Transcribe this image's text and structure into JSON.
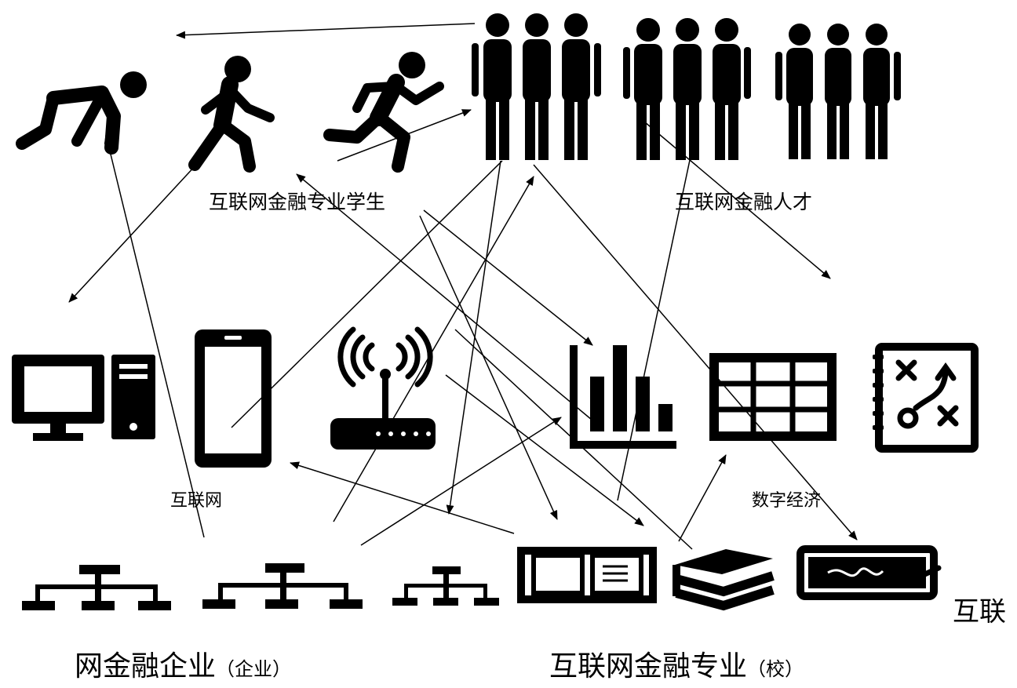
{
  "labels": {
    "students": "互联网金融专业学生",
    "talent": "互联网金融人才",
    "internet": "互联网",
    "digital_economy": "数字经济",
    "enterprise_part1": "网金融企业",
    "enterprise_part2": "（企业）",
    "major_part1": "互联网金融专业",
    "major_part2": "（校）",
    "right_edge": "互联"
  },
  "icons": [
    "crouching-runner-icon",
    "walking-person-icon",
    "running-person-icon",
    "people-group-icon",
    "desktop-computer-icon",
    "smartphone-icon",
    "wifi-router-icon",
    "bar-chart-icon",
    "table-grid-icon",
    "strategy-board-icon",
    "network-hierarchy-icon",
    "open-book-icon",
    "stacked-books-icon",
    "tablet-signature-icon"
  ],
  "colors": {
    "ink": "#000000",
    "background": "#ffffff"
  }
}
